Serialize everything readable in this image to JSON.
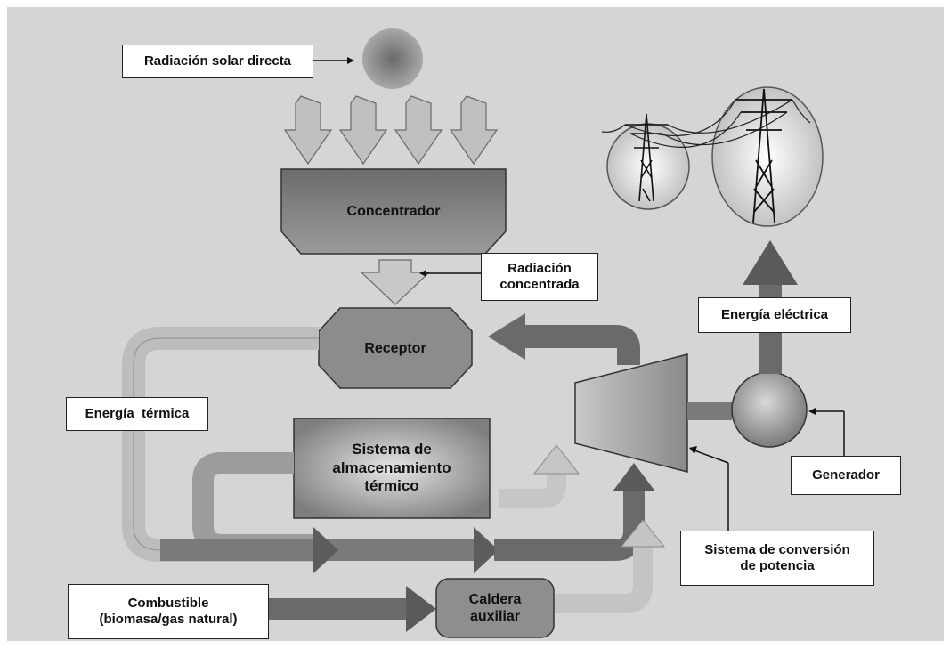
{
  "labels": {
    "radiacion_solar_directa": "Radiación solar directa",
    "concentrador": "Concentrador",
    "radiacion_concentrada_1": "Radiación",
    "radiacion_concentrada_2": "concentrada",
    "receptor": "Receptor",
    "energia_termica": "Energía  térmica",
    "almacenamiento_1": "Sistema de",
    "almacenamiento_2": "almacenamiento",
    "almacenamiento_3": "térmico",
    "energia_electrica": "Energía eléctrica",
    "generador": "Generador",
    "conversion_1": "Sistema de conversión",
    "conversion_2": "de potencia",
    "combustible_1": "Combustible",
    "combustible_2": "(biomasa/gas natural)",
    "caldera_1": "Caldera",
    "caldera_2": "auxiliar"
  },
  "colors": {
    "background_page": "#d7d7d7",
    "shape_gray": "#8a8a8a",
    "shape_dark": "#5d5d5d",
    "flow_light": "#c4c4c4",
    "flow_dark": "#6e6e6e",
    "box_border": "#222222"
  }
}
